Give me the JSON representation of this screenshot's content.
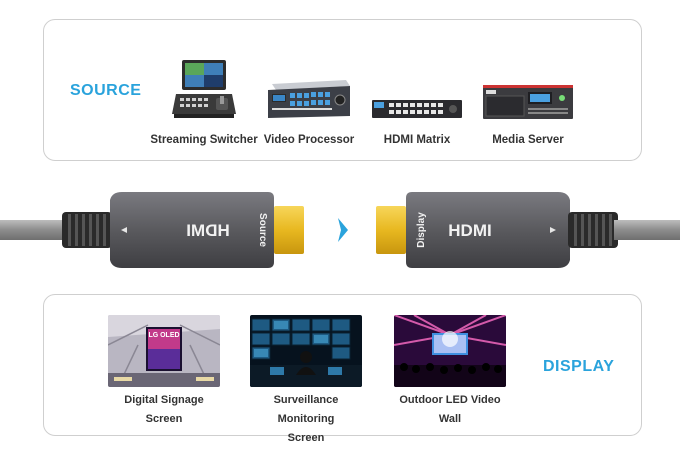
{
  "source": {
    "label": "SOURCE",
    "devices": [
      {
        "name": "Streaming Switcher",
        "icon": "streaming-switcher-icon"
      },
      {
        "name": "Video Processor",
        "icon": "video-processor-icon"
      },
      {
        "name": "HDMI Matrix",
        "icon": "hdmi-matrix-icon"
      },
      {
        "name": "Media Server",
        "icon": "media-server-icon"
      }
    ]
  },
  "cable": {
    "left_plug_text": "HDMI",
    "left_end_label": "Source",
    "right_plug_text": "HDMI",
    "right_end_label": "Display"
  },
  "display": {
    "label": "DISPLAY",
    "screens": [
      {
        "line1": "Digital Signage",
        "line2": "Screen",
        "sign_text": "LG OLED"
      },
      {
        "line1": "Surveillance Monitoring",
        "line2": "Screen"
      },
      {
        "line1": "Outdoor LED Video",
        "line2": "Wall"
      }
    ]
  },
  "colors": {
    "accent": "#2aa3dc",
    "border": "#cfcfcf",
    "connector_shell": "#5a5a5e",
    "gold_tip": "#e8b820"
  }
}
